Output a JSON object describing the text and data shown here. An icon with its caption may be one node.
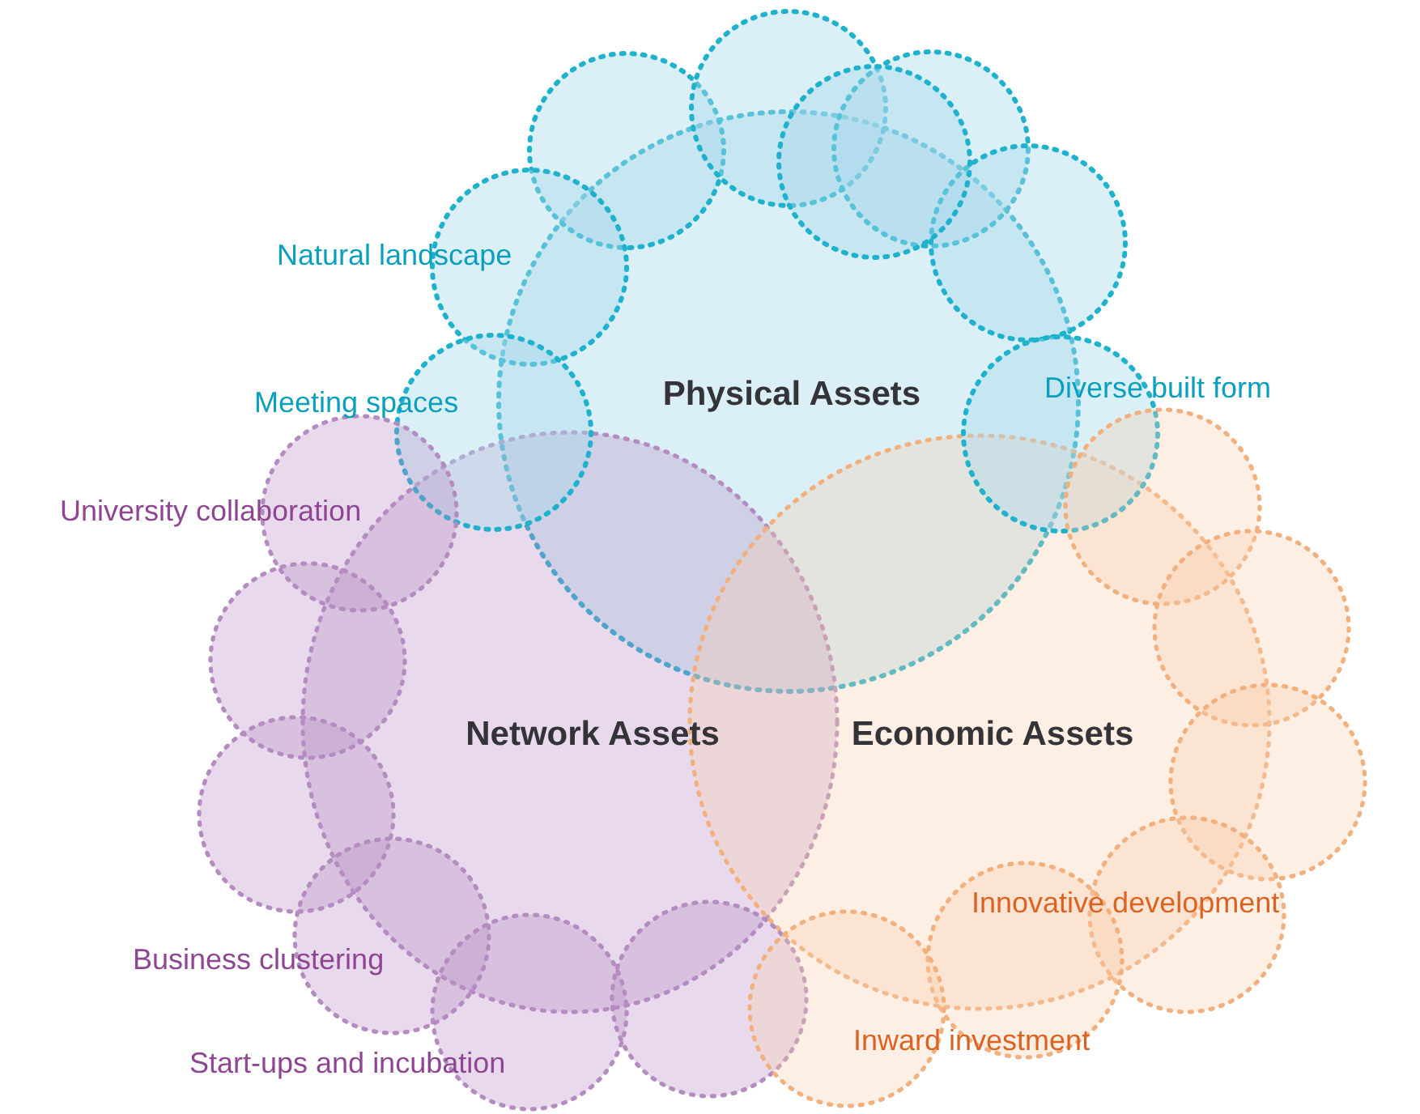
{
  "diagram": {
    "nodes": [
      {
        "text": [
          "Physical Assets"
        ]
      },
      {
        "text": [
          "Network Assets"
        ]
      },
      {
        "text": [
          "Economic Assets"
        ]
      },
      {
        "text": [],
        "shape": "circle"
      },
      {
        "text": [],
        "shape": "circle"
      },
      {
        "text": [],
        "shape": "circle"
      },
      {
        "text": [],
        "shape": "circle"
      },
      {
        "text": [],
        "shape": "circle"
      },
      {
        "text": [],
        "shape": "circle"
      },
      {
        "text": [],
        "shape": "circle"
      },
      {
        "text": [],
        "shape": "circle"
      },
      {
        "text": [],
        "shape": "circle"
      },
      {
        "text": [],
        "shape": "circle"
      },
      {
        "text": [],
        "shape": "circle"
      },
      {
        "text": [],
        "shape": "circle"
      },
      {
        "text": [],
        "shape": "circle"
      },
      {
        "text": [],
        "shape": "circle"
      },
      {
        "text": [],
        "shape": "circle"
      },
      {
        "text": [],
        "shape": "circle"
      },
      {
        "text": [],
        "shape": "circle"
      },
      {
        "text": [],
        "shape": "circle"
      },
      {
        "text": [],
        "shape": "circle"
      },
      {
        "text": [],
        "shape": "circle"
      }
    ],
    "edges": [],
    "labels": [
      "Natural landscape",
      "Meeting spaces",
      "Diverse built form",
      "University collaboration",
      "Business clustering",
      "Start-ups and incubation",
      "Innovative development",
      "Inward investment"
    ]
  }
}
